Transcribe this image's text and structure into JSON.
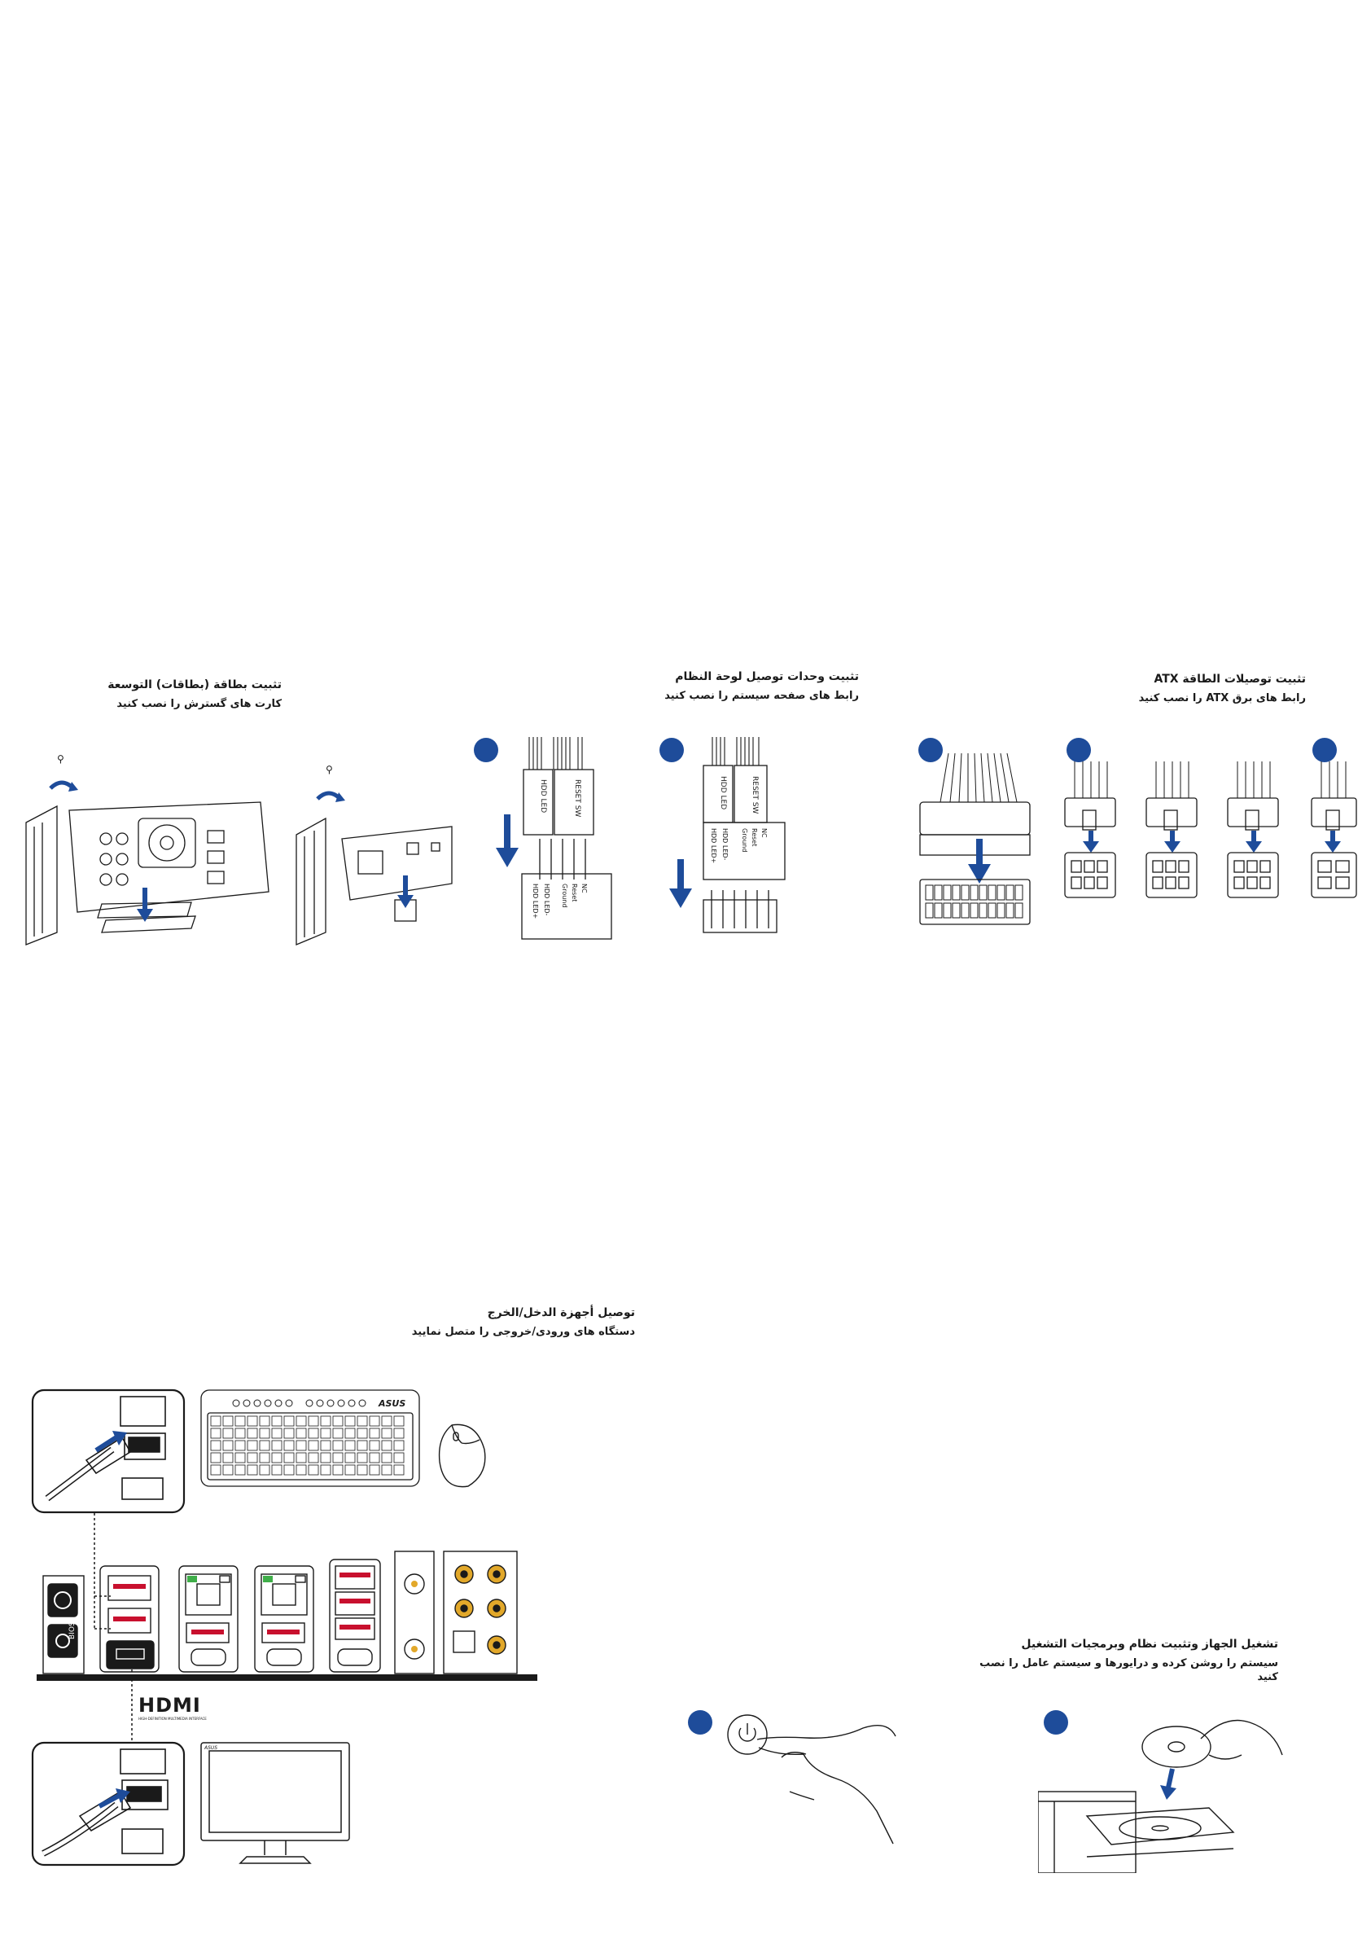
{
  "sections": {
    "expansion": {
      "title_ar": "تثبيت بطاقة (بطاقات) التوسعة",
      "title_fa": "کارت های گسترش را نصب کنید"
    },
    "front_panel": {
      "title_ar": "تثبيت وحدات توصيل لوحة النظام",
      "title_fa": "رابط های صفحه سیستم را نصب کنید",
      "pin_labels": {
        "hdd_led": "HDD LED",
        "reset_sw": "RESET SW",
        "hdd_led_plus": "HDD LED+",
        "hdd_led_minus": "HDD LED-",
        "ground": "Ground",
        "reset": "Reset",
        "nc": "NC"
      }
    },
    "atx_power": {
      "title_ar": "تثبيت توصيلات الطاقة ATX",
      "title_fa": "رابط های برق ATX را نصب کنید"
    },
    "io_devices": {
      "title_ar": "توصيل أجهزة الدخل/الخرج",
      "title_fa": "دستگاه های ورودی/خروجی را متصل نمایید",
      "keyboard_brand": "ASUS",
      "monitor_brand": "ASUS",
      "bios_label": "BIOS",
      "hdmi_logo": "HDMI",
      "hdmi_tagline": "HIGH-DEFINITION MULTIMEDIA INTERFACE"
    },
    "power_on": {
      "title_ar": "تشغيل الجهاز وتثبيت نظام وبرمجيات التشغيل",
      "title_fa": "سیستم را روشن کرده و درایورها و سیستم عامل را نصب کنید"
    }
  },
  "colors": {
    "accent_blue": "#1e4c9a",
    "line": "#1a1a1a",
    "port_red": "#c8102e",
    "led_green": "#3fae49",
    "gold": "#e2a82a"
  }
}
